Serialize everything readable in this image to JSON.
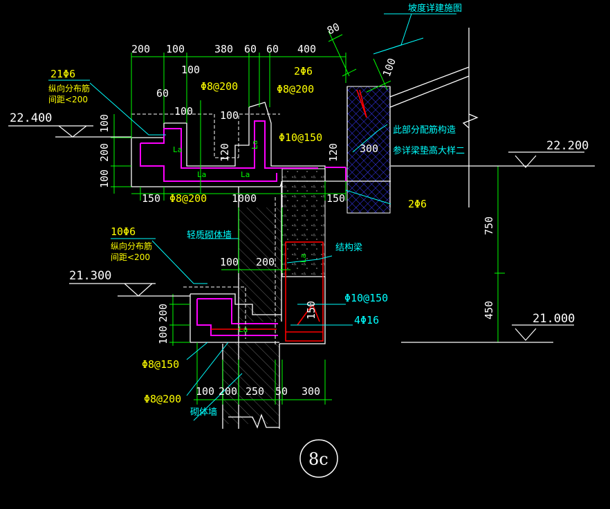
{
  "title_note": "坡度详建施图",
  "top_dims": [
    "200",
    "100",
    "380",
    "60",
    "60",
    "400"
  ],
  "dim_80": "80",
  "dim_100_slope": "100",
  "rebar_21phi6": "21Φ6",
  "note_dist_1": "纵向分布筋",
  "note_spacing_1": "间距<200",
  "elev_22400": "22.400",
  "elev_22200": "22.200",
  "elev_21300": "21.300",
  "elev_21000": "21.000",
  "dim_100_a": "100",
  "rebar_phi8_200_a": "Φ8@200",
  "rebar_2phi6_top": "2Φ6",
  "rebar_phi8_200_b": "Φ8@200",
  "dim_60": "60",
  "dim_100_b": "100",
  "dim_100_c": "100",
  "left_dims_upper": [
    "100",
    "200",
    "100"
  ],
  "rebar_phi10_150_a": "Φ10@150",
  "dim_120_a": "120",
  "dim_120_b": "120",
  "dim_300_a": "300",
  "note_distribution": "此部分配筋构造",
  "note_refer": "参详梁垫高大样二",
  "bottom_dims_upper": [
    "150",
    "Φ8@200",
    "1000",
    "150"
  ],
  "rebar_2phi6_bottom": "2Φ6",
  "light_wall": "轻质砌体墙",
  "struct_beam": "结构梁",
  "dim_750": "750",
  "dim_450": "450",
  "rebar_10phi6": "10Φ6",
  "note_dist_2": "纵向分布筋",
  "note_spacing_2": "间距<200",
  "dim_100_mid": "100",
  "dim_200_mid": "200",
  "rebar_phi10_150_b": "Φ10@150",
  "rebar_4phi16": "4Φ16",
  "dim_150_beam": "150",
  "left_dims_lower": [
    "200",
    "100"
  ],
  "rebar_phi8_150": "Φ8@150",
  "rebar_phi8_200_c": "Φ8@200",
  "bottom_dims_lower": [
    "100",
    "200",
    "250",
    "50",
    "300"
  ],
  "masonry_wall": "砌体墙",
  "la_labels": [
    "La",
    "La",
    "La",
    "La",
    "La",
    "La"
  ],
  "detail_mark": "8c",
  "colors": {
    "background": "#000000",
    "outline": "#ffffff",
    "dimension_line": "#00ff00",
    "rebar": "#ff00ff",
    "stirrup": "#ff0000",
    "leader": "#00ffff",
    "hatch": "#0000ff",
    "text_rebar": "#ffff00"
  }
}
